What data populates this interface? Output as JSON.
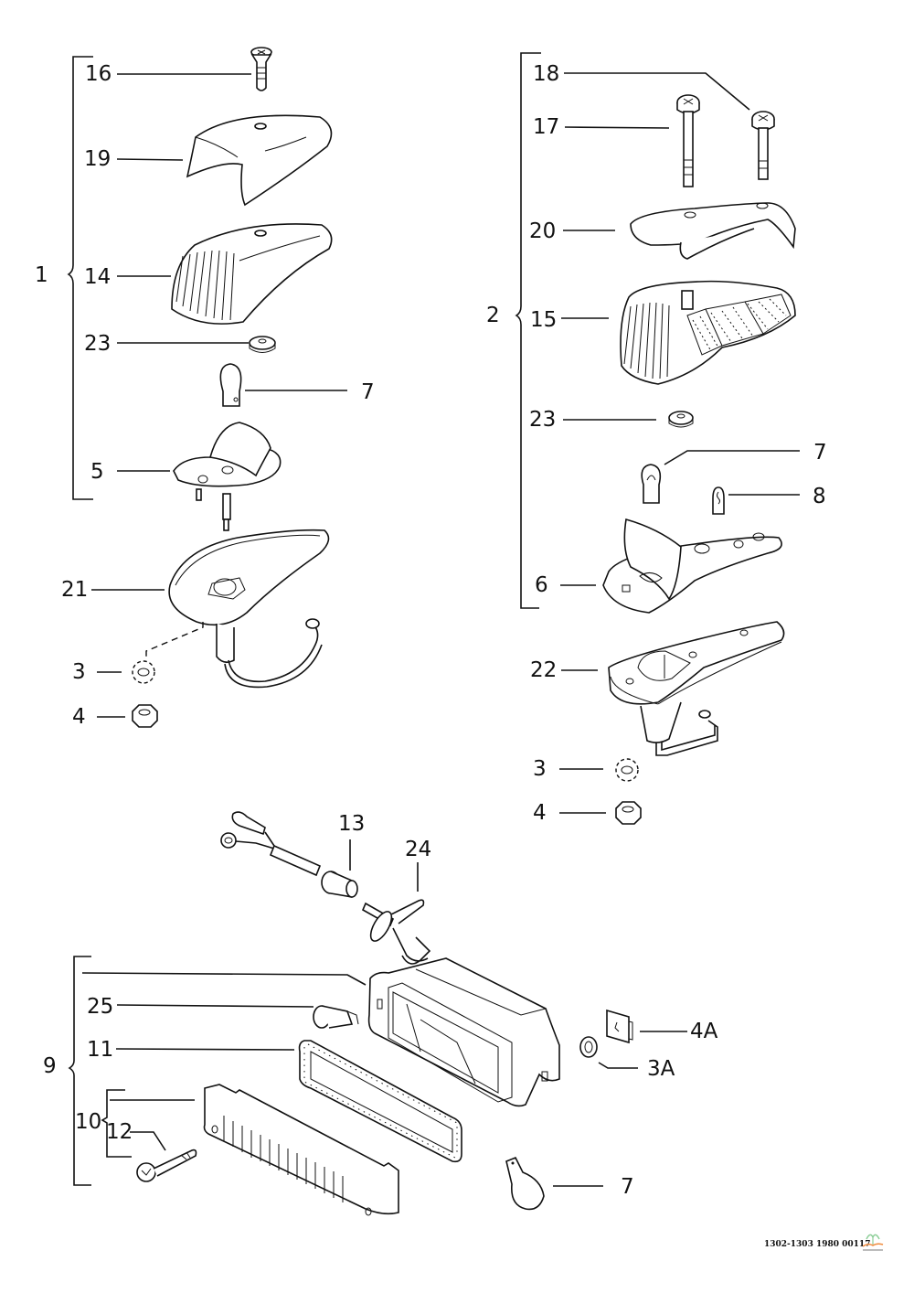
{
  "diagram": {
    "type": "exploded-parts-diagram",
    "groups": [
      {
        "id": "1",
        "label": "1",
        "members": [
          "16",
          "19",
          "14",
          "23",
          "7",
          "5"
        ]
      },
      {
        "id": "2",
        "label": "2",
        "members": [
          "18",
          "17",
          "20",
          "15",
          "23",
          "7",
          "8",
          "6"
        ]
      },
      {
        "id": "9",
        "label": "9",
        "members": [
          "housing",
          "25",
          "11",
          "10"
        ]
      },
      {
        "id": "10",
        "label": "10",
        "members": [
          "lens",
          "12"
        ]
      }
    ],
    "labels": {
      "l16": "16",
      "l19": "19",
      "l1": "1",
      "l14": "14",
      "l23a": "23",
      "l7a": "7",
      "l5": "5",
      "l21": "21",
      "l3a": "3",
      "l4a": "4",
      "l18": "18",
      "l17": "17",
      "l20": "20",
      "l2": "2",
      "l15": "15",
      "l23b": "23",
      "l7b": "7",
      "l8": "8",
      "l6": "6",
      "l22": "22",
      "l3b": "3",
      "l4b": "4",
      "l13": "13",
      "l24": "24",
      "l25": "25",
      "l9": "9",
      "l11": "11",
      "l10": "10",
      "l12": "12",
      "l4A": "4A",
      "l3A": "3A",
      "l7c": "7"
    },
    "parts": [
      {
        "ref": "16",
        "name": "screw (countersunk)"
      },
      {
        "ref": "19",
        "name": "lamp cap"
      },
      {
        "ref": "14",
        "name": "ribbed lens"
      },
      {
        "ref": "23",
        "name": "grommet"
      },
      {
        "ref": "7",
        "name": "bulb"
      },
      {
        "ref": "5",
        "name": "bulb holder"
      },
      {
        "ref": "21",
        "name": "lamp base with cable"
      },
      {
        "ref": "3",
        "name": "lock washer"
      },
      {
        "ref": "4",
        "name": "hex nut"
      },
      {
        "ref": "18",
        "name": "short screw"
      },
      {
        "ref": "17",
        "name": "long screw"
      },
      {
        "ref": "20",
        "name": "lamp cap"
      },
      {
        "ref": "15",
        "name": "lens with reflector"
      },
      {
        "ref": "8",
        "name": "small bulb"
      },
      {
        "ref": "6",
        "name": "bulb holder plate"
      },
      {
        "ref": "22",
        "name": "lamp base with cable"
      },
      {
        "ref": "13",
        "name": "cable grommet"
      },
      {
        "ref": "24",
        "name": "wire connector"
      },
      {
        "ref": "25",
        "name": "bulb socket clip"
      },
      {
        "ref": "11",
        "name": "seal"
      },
      {
        "ref": "10",
        "name": "lens assembly"
      },
      {
        "ref": "12",
        "name": "screw"
      },
      {
        "ref": "4A",
        "name": "clip nut"
      },
      {
        "ref": "3A",
        "name": "washer"
      }
    ]
  },
  "footer": {
    "code": "1302-1303 1980 00117"
  },
  "colors": {
    "ink": "#111111",
    "background": "#ffffff",
    "logo_green": "#8fcf9a",
    "logo_orange": "#f08a3c"
  }
}
